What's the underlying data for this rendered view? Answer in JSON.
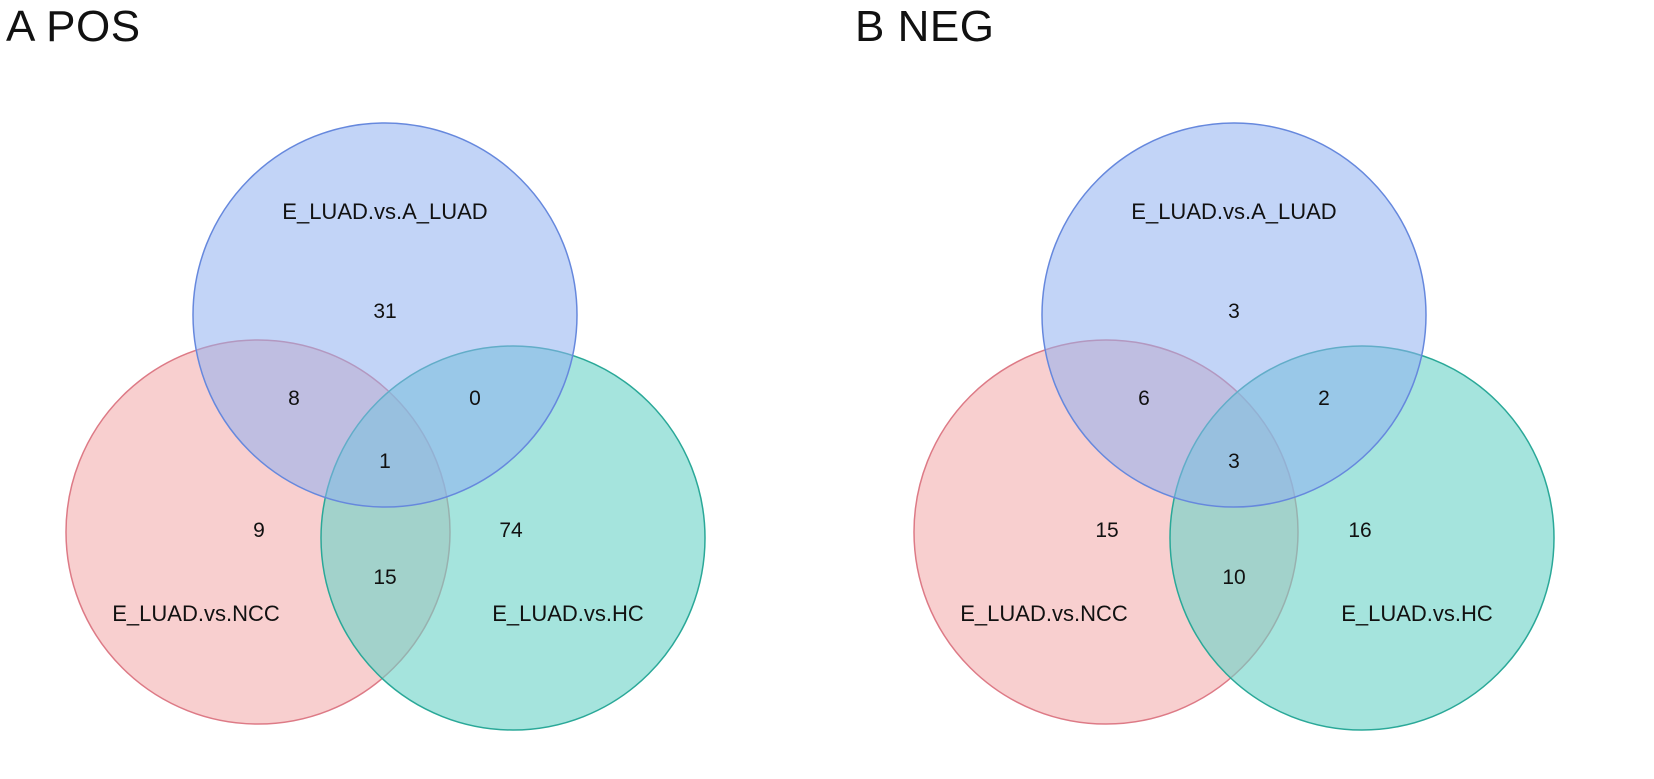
{
  "panels": [
    {
      "title": "A POS",
      "sets": {
        "top": {
          "label": "E_LUAD.vs.A_LUAD",
          "color": "#8fb0f0",
          "stroke": "#6688dd"
        },
        "left": {
          "label": "E_LUAD.vs.NCC",
          "color": "#f09a9a",
          "stroke": "#dd7a86"
        },
        "right": {
          "label": "E_LUAD.vs.HC",
          "color": "#6ed3c8",
          "stroke": "#2aa898"
        }
      },
      "counts": {
        "top_only": "31",
        "top_left": "8",
        "top_right": "0",
        "all_three": "1",
        "left_only": "9",
        "right_only": "74",
        "left_right": "15"
      }
    },
    {
      "title": "B NEG",
      "sets": {
        "top": {
          "label": "E_LUAD.vs.A_LUAD",
          "color": "#8fb0f0",
          "stroke": "#6688dd"
        },
        "left": {
          "label": "E_LUAD.vs.NCC",
          "color": "#f09a9a",
          "stroke": "#dd7a86"
        },
        "right": {
          "label": "E_LUAD.vs.HC",
          "color": "#6ed3c8",
          "stroke": "#2aa898"
        }
      },
      "counts": {
        "top_only": "3",
        "top_left": "6",
        "top_right": "2",
        "all_three": "3",
        "left_only": "15",
        "right_only": "16",
        "left_right": "10"
      }
    }
  ]
}
